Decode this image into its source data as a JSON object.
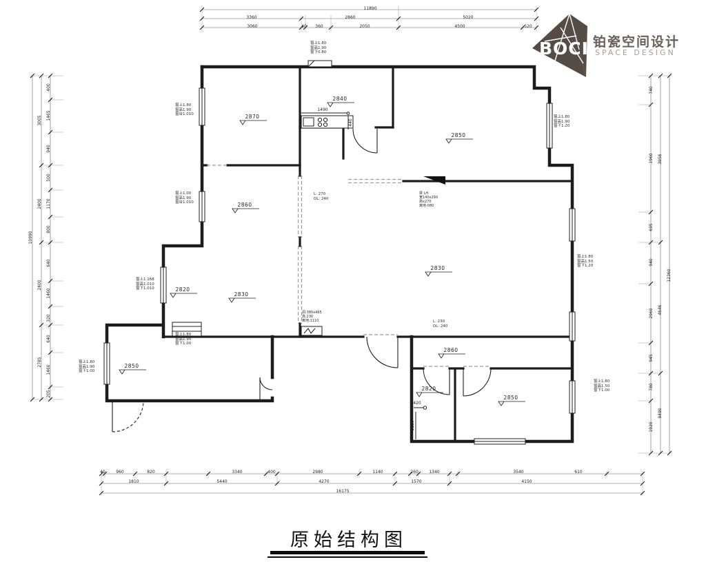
{
  "logo": {
    "brand": "BOCI",
    "cn": "铂瓷空间设计",
    "en": "SPACE DESIGN"
  },
  "title": "原始结构图",
  "levels": [
    "2870",
    "2840",
    "2850",
    "2860",
    "2830",
    "2820",
    "2830",
    "2850",
    "2860",
    "2820",
    "2850"
  ],
  "window_notes": [
    [
      "窗上1.80",
      "窗高1.90",
      "窗下0.80"
    ],
    [
      "窗上1.80",
      "窗高1.90",
      "窗台1.010"
    ],
    [
      "窗上1.00",
      "窗高1.90",
      "窗台1.010"
    ],
    [
      "窗上1.168",
      "窗高1.010",
      "窗下1.010"
    ],
    [
      "窗上1.80",
      "窗高1.90",
      "窗下1.00"
    ],
    [
      "窗上1.80",
      "窗高1.90",
      "窗下1.00"
    ],
    [
      "窗上1.80",
      "窗高1.90",
      "窗下1.20"
    ],
    [
      "窗上1.80",
      "窗高1.50",
      "窗下1.20"
    ],
    [
      "窗上1.80",
      "窗高1.50",
      "窗下1.00"
    ]
  ],
  "beam_note": [
    "梁 LH",
    "宽140x290",
    "高x270",
    "离地:080"
  ],
  "lintel_a": [
    "L: 270",
    "DL: 240"
  ],
  "lintel_b": [
    "L: 230",
    "DL: 240"
  ],
  "hole_note": [
    "洞:380x465",
    "高:230",
    "离地:1110"
  ],
  "inline_dims": {
    "counter_w": "1490",
    "counter_d": "440",
    "bath_w": "420",
    "bath_h": "1130"
  },
  "dims": {
    "top": {
      "total": "11890",
      "row2": [
        "3360",
        "2860",
        "5020"
      ],
      "row3": [
        "3060",
        "40",
        "360",
        "2050",
        "4500",
        "520"
      ]
    },
    "bottom": {
      "row1": [
        "40",
        "960",
        "820",
        "3340",
        "400",
        "2980",
        "1140",
        "260",
        "1340",
        "3540",
        "610"
      ],
      "row2": [
        "1810",
        "5440",
        "4270",
        "1570",
        "4150"
      ],
      "total": "16175"
    },
    "left": {
      "inner": [
        "400",
        "1465",
        "940",
        "500",
        "1170",
        "800",
        "640",
        "1460",
        "320",
        "640",
        "1460",
        "205"
      ],
      "mid": [
        "3005",
        "2400",
        "2400",
        "2785"
      ],
      "total": "10990"
    },
    "right": {
      "inner": [
        "740",
        "1960",
        "695",
        "940",
        "2960",
        "945",
        "780",
        "1920"
      ],
      "mid": [
        "3956",
        "4646",
        "9490"
      ],
      "total": "12360"
    }
  }
}
